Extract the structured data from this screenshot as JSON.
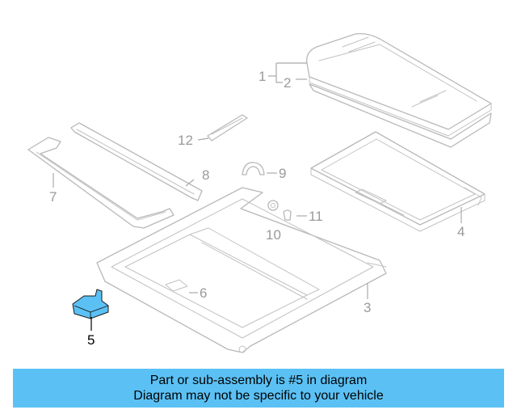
{
  "diagram": {
    "callouts": {
      "c1": "1",
      "c2": "2",
      "c3": "3",
      "c4": "4",
      "c5": "5",
      "c6": "6",
      "c7": "7",
      "c8": "8",
      "c9": "9",
      "c10": "10",
      "c11": "11",
      "c12": "12"
    },
    "highlight_callout": "5",
    "colors": {
      "highlight_part": "#5bc1f5",
      "line_art": "#b8b8b8",
      "banner": "#5bc1f5"
    }
  },
  "banner": {
    "line1": "Part or sub-assembly is #5 in diagram",
    "line2": "Diagram may not be specific to your vehicle"
  }
}
